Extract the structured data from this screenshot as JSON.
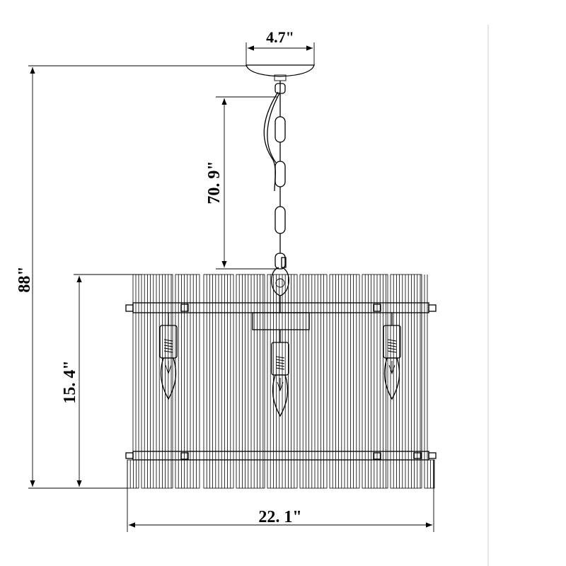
{
  "dimensions": {
    "canopy_width": "4.7\"",
    "chain_length": "70. 9\"",
    "overall_height": "88\"",
    "shade_height": "15. 4\"",
    "shade_width": "22. 1\""
  }
}
